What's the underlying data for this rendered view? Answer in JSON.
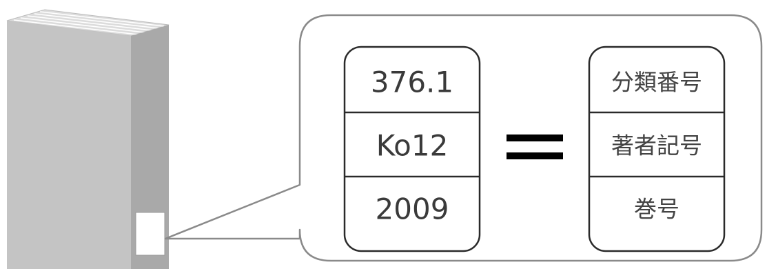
{
  "spine_label": {
    "class_number": "376.1",
    "author_mark": "Ko12",
    "volume_number": "2009"
  },
  "equals_symbol": "=",
  "legend": {
    "class_number": "分類番号",
    "author_mark": "著者記号",
    "volume_number": "巻号"
  },
  "colors": {
    "book_front": "#c4c4c4",
    "book_spine": "#a9a9a9",
    "book_top": "#dcdcdc",
    "outline": "#6e6e6e",
    "callout_border": "#8a8a8a",
    "text": "#3a3a3a"
  }
}
